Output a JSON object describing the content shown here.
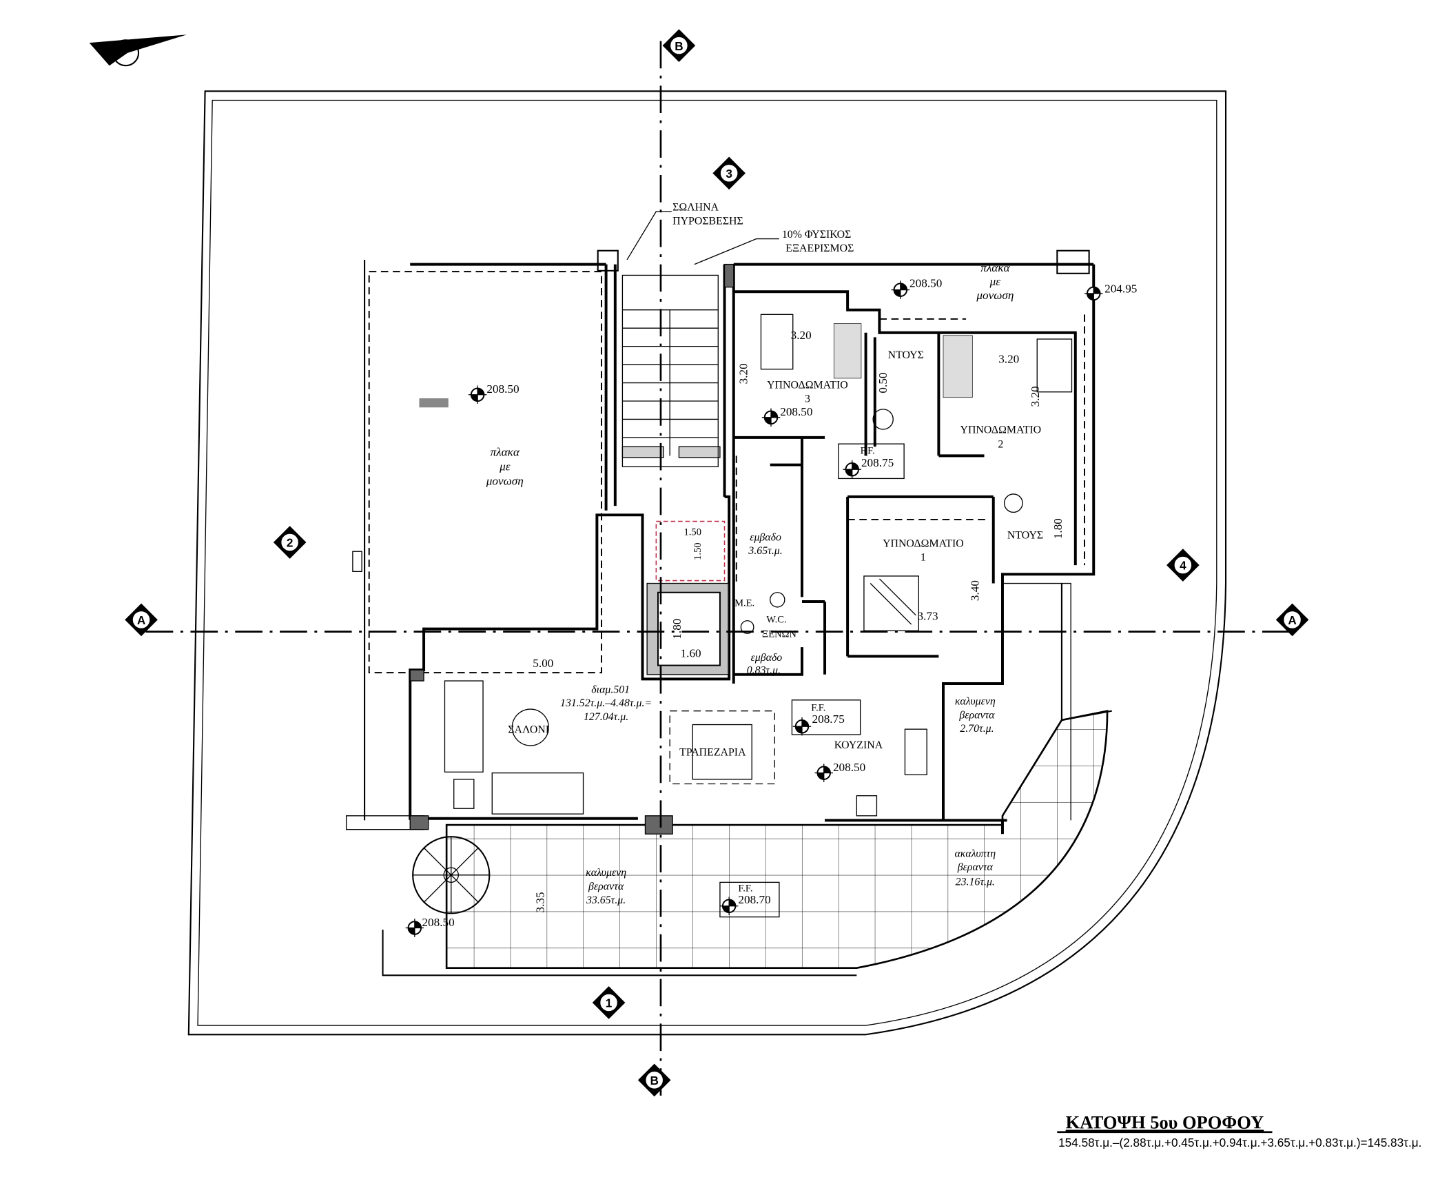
{
  "drawing": {
    "title": "ΚΑΤΟΨΗ 5ου ΟΡΟΦΟΥ",
    "area_formula": "154.58τ.μ.–(2.88τ.μ.+0.45τ.μ.+0.94τ.μ.+3.65τ.μ.+0.83τ.μ.)=145.83τ.μ."
  },
  "markers": {
    "B": "B",
    "3": "3",
    "2": "2",
    "4": "4",
    "A": "A",
    "1": "1"
  },
  "notes": {
    "pipe_1": "ΣΩΛΗΝΑ",
    "pipe_2": "ΠΥΡΟΣΒΕΣΗΣ",
    "vent_1": "10% ΦΥΣΙΚΟΣ",
    "vent_2": "ΕΞΑΕΡΙΣΜΟΣ"
  },
  "slab": {
    "l1": "πλακα",
    "l2": "με",
    "l3": "μονωση"
  },
  "levels": {
    "top": "208.50",
    "right": "204.95",
    "left_terrace": "208.50",
    "bedroom3": "208.50",
    "ff_hall": "208.75",
    "ff_living": "208.75",
    "kitchen": "208.50",
    "ff_veranda": "208.70",
    "stair": "208.50",
    "ff": "F.F."
  },
  "rooms": {
    "bedroom": "ΥΠΝΟΔΩΜΑΤΙΟ",
    "bedroom3_no": "3",
    "bedroom2_no": "2",
    "bedroom1_no": "1",
    "shower": "ΝΤΟΥΣ",
    "me": "Μ.Ε.",
    "wc1": "W.C.",
    "wc2": "ΞΕΝΩΝ",
    "living": "ΣΑΛΟΝΙ",
    "dining": "ΤΡΑΠΕΖΑΡΙΑ",
    "kitchen": "ΚΟΥΖΙΝΑ",
    "area_word": "εμβαδο",
    "area_shaft1": "3.65τ.μ.",
    "area_shaft2": "0.83τ.μ.",
    "apartment": "διαμ.501",
    "apartment_calc": "131.52τ.μ.–4.48τ.μ.=",
    "apartment_area": "127.04τ.μ.",
    "covered": "καλυμενη",
    "uncovered": "ακαλυπτη",
    "veranda": "βεραντα",
    "veranda_small": "2.70τ.μ.",
    "veranda_covered": "33.65τ.μ.",
    "veranda_open": "23.16τ.μ."
  },
  "dims": {
    "b3_w": "3.20",
    "b3_h": "3.20",
    "b2_w": "3.20",
    "b2_h": "3.20",
    "shower_w": "0.50",
    "lift_w": "1.50",
    "lift_h": "1.50",
    "b1_w": "3.73",
    "b1_h": "3.40",
    "sh2_h": "1.80",
    "wc_h": "1.80",
    "wc_w": "1.60",
    "living_w": "5.00",
    "ver_h": "3.35"
  }
}
